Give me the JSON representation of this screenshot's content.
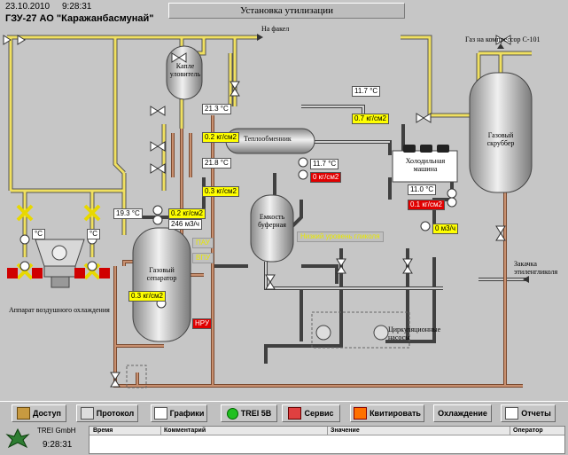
{
  "header": {
    "date": "23.10.2010",
    "time": "9:28:31",
    "title": "Установка утилизации",
    "station": "ГЗУ-27 АО \"Каражанбасмунай\""
  },
  "labels": {
    "to_flare": "На факел",
    "gas_to_compressor": "Газ на компрессор С-101",
    "drip_catcher": "Капле уловитель",
    "heat_exchanger": "Теплообменник",
    "cooling_machine": "Холодильная машина",
    "gas_scrubber": "Газовый скруббер",
    "buffer_tank": "Емкость буферная",
    "gas_separator": "Газовый сепаратор",
    "air_cooler": "Аппарат воздушного охлаждения",
    "circ_pumps": "Циркуляционные насосы",
    "injection": "Закачка этиленгликоля"
  },
  "readings": {
    "t1": "21.3 °С",
    "p1": "0.2 кг/см2",
    "t2": "21.8 °С",
    "p2": "0.3 кг/см2",
    "t3": "11.7 °С",
    "p3": "0.7 кг/см2",
    "t4": "11.7 °С",
    "p4": "0 кг/см2",
    "t5": "11.0 °С",
    "p5": "0.1 кг/см2",
    "t6": "19.3 °С",
    "p6": "0.2 кг/см2",
    "flow6": "246 м3/ч",
    "flow7": "0 м3/ч",
    "p8": "0.3 кг/см2",
    "tl": "°С",
    "tr": "°С",
    "low_level": "Низкий уровень гликоля",
    "pau": "ПАУ",
    "vpu": "ВПУ",
    "nru": "НРУ"
  },
  "toolbar": [
    "Доступ",
    "Протокол",
    "Графики",
    "TREI 5B",
    "Сервис",
    "Квитировать",
    "Охлаждение",
    "Отчеты"
  ],
  "log": {
    "cols": [
      "Время",
      "Комментарий",
      "Значение",
      "Оператор"
    ]
  },
  "footer": {
    "company": "TREI GmbH",
    "time": "9:28:31"
  },
  "colors": {
    "pipe_gas": "#f0e060",
    "pipe_liquid": "#b07050",
    "pipe_dark": "#404040",
    "alarm": "#e00000"
  }
}
